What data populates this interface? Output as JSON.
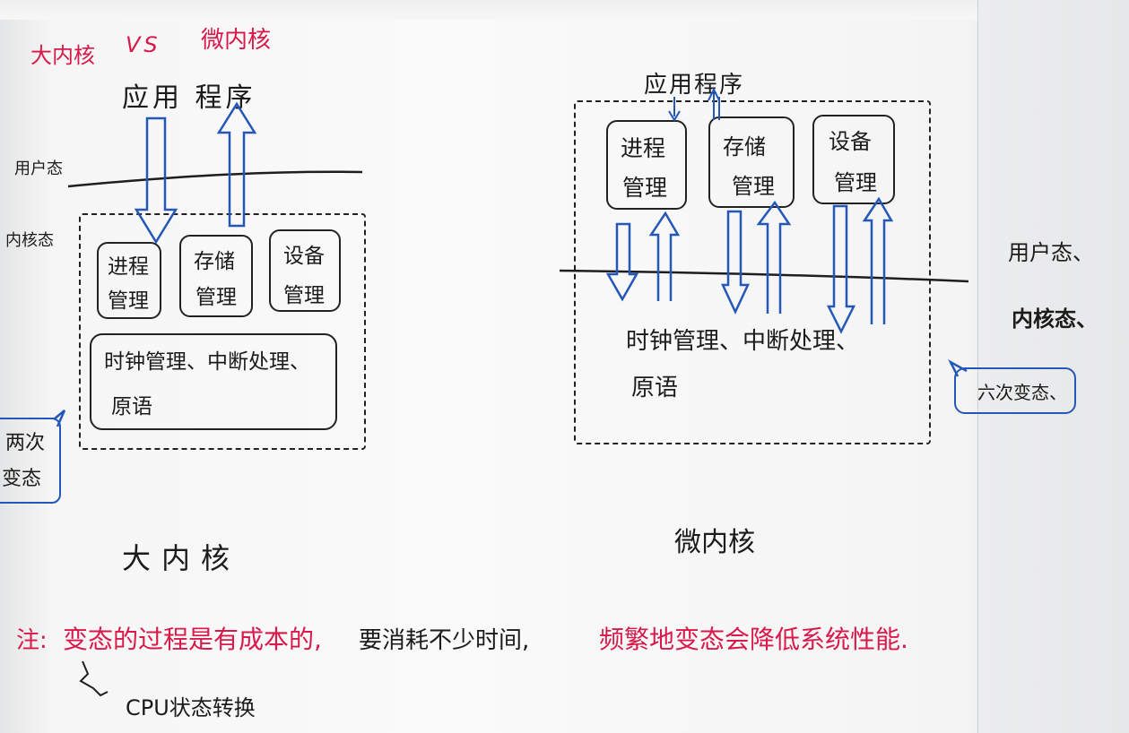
{
  "title": {
    "left": "大内核",
    "vs": "VS",
    "right": "微内核"
  },
  "macro": {
    "app": "应用 程序",
    "user_mode": "用户态",
    "kernel_mode": "内核态",
    "modules": [
      {
        "line1": "进程",
        "line2": "管理"
      },
      {
        "line1": "存储",
        "line2": "管理"
      },
      {
        "line1": "设备",
        "line2": "管理"
      }
    ],
    "core": {
      "line1": "时钟管理、中断处理、",
      "line2": "原语"
    },
    "switch_note": {
      "line1": "两次",
      "line2": "变态"
    },
    "caption": "大内核"
  },
  "micro": {
    "app": "应用程序",
    "modules": [
      {
        "line1": "进程",
        "line2": "管理"
      },
      {
        "line1": "存储",
        "line2": "管理"
      },
      {
        "line1": "设备",
        "line2": "管理"
      }
    ],
    "core": {
      "line1": "时钟管理、中断处理、",
      "line2": "原语"
    },
    "user_mode": "用户态、",
    "kernel_mode": "内核态、",
    "switch_note": "六次变态、",
    "caption": "微内核"
  },
  "note": {
    "prefix": "注:",
    "part1": "变态的过程是有成本的,",
    "part2": "要消耗不少时间,",
    "part3": "频繁地变态会降低系统性能.",
    "sub": "CPU状态转换"
  },
  "colors": {
    "ink": "#1b1b1b",
    "red": "#d8194a",
    "blue": "#1f4fae"
  }
}
